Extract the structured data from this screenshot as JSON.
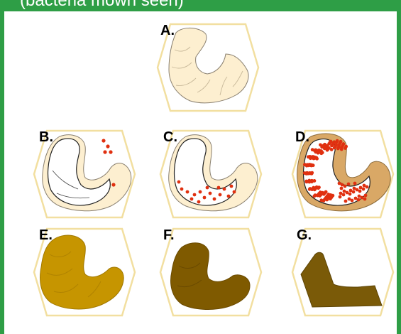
{
  "header": {
    "title": "(bacteria mown seen)"
  },
  "panels": [
    {
      "id": "A",
      "label": "A."
    },
    {
      "id": "B",
      "label": "B."
    },
    {
      "id": "C",
      "label": "C."
    },
    {
      "id": "D",
      "label": "D."
    },
    {
      "id": "E",
      "label": "E."
    },
    {
      "id": "F",
      "label": "F."
    },
    {
      "id": "G",
      "label": "G."
    }
  ],
  "colors": {
    "frame_green": "#2e9e46",
    "hex_outline": "#f2dfa0",
    "larva_pale": "#fdefd0",
    "larva_outline": "#8a8070",
    "larva_white": "#ffffff",
    "bacteria_red": "#e03010",
    "tan_body": "#d9a866",
    "golden_brown": "#c69500",
    "dark_brown": "#7f5a00",
    "scale_brown": "#7a5a08"
  }
}
